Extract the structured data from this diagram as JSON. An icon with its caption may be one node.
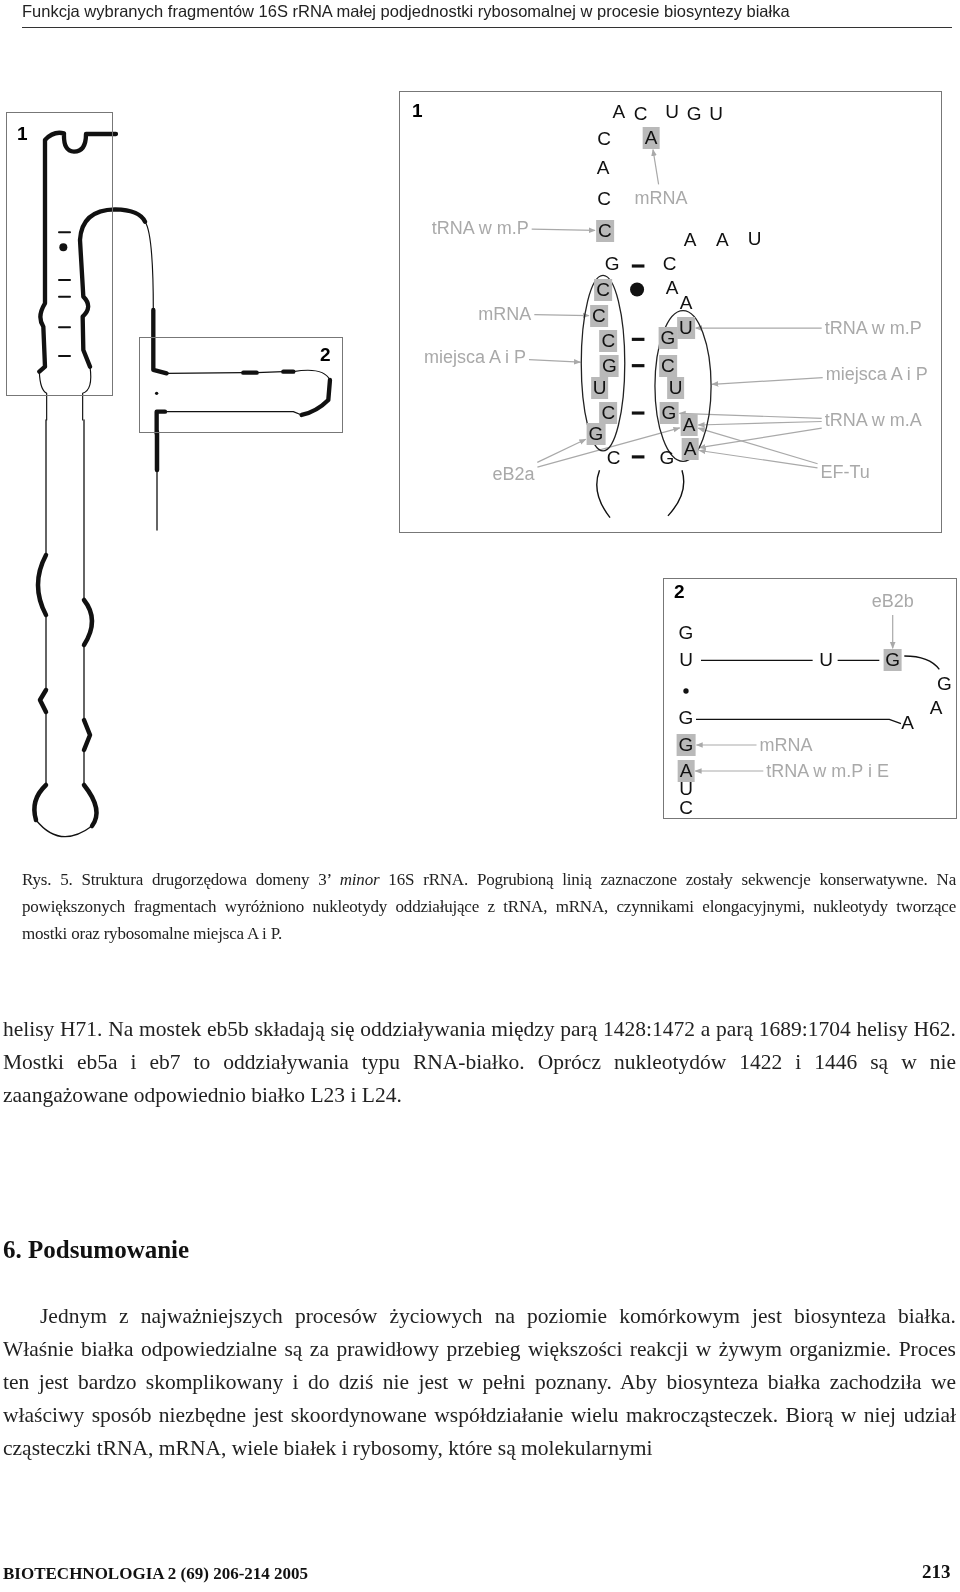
{
  "diagram": {
    "caption": "Rys. 5. Struktura drugorzędowa domeny 3’ *minor* 16S rRNA. Pogrubioną linią zaznaczone zostały sekwencje konserwatywne. Na powiększonych fragmentach wyróżniono nukleotydy oddziałujące z tRNA, mRNA, czynnikami elongacyjnymi, nukleotydy tworzące mostki oraz rybosomalne miejsca A i P.",
    "nodes": [
      {
        "text": [
          "1"
        ]
      },
      {
        "text": [
          "2"
        ]
      },
      {
        "text": [
          "1"
        ]
      },
      {
        "text": [
          "mRNA"
        ],
        "in": 2
      },
      {
        "text": [
          "A"
        ],
        "in": 2
      },
      {
        "text": [
          "tRNA w m.P"
        ],
        "in": 2
      },
      {
        "text": [
          "C"
        ],
        "in": 2
      },
      {
        "text": [
          "mRNA"
        ],
        "in": 2
      },
      {
        "text": [
          "C"
        ],
        "in": 10
      },
      {
        "text": [
          "miejsca A i P"
        ],
        "in": 2
      },
      {
        "text": [],
        "shape": "ellipse",
        "in": 2
      },
      {
        "text": [
          "eB2a"
        ],
        "in": 2
      },
      {
        "text": [
          "G"
        ],
        "in": 10
      },
      {
        "text": [
          "A"
        ],
        "in": 17
      },
      {
        "text": [
          "tRNA w m.P"
        ],
        "in": 2
      },
      {
        "text": [
          "U"
        ],
        "in": 17
      },
      {
        "text": [
          "miejsca A i P"
        ],
        "in": 2
      },
      {
        "text": [],
        "shape": "ellipse",
        "in": 2
      },
      {
        "text": [
          "tRNA w m.A"
        ],
        "in": 2
      },
      {
        "text": [
          "G"
        ],
        "in": 17
      },
      {
        "text": [
          "A"
        ],
        "in": 17
      },
      {
        "text": [
          "EF-Tu"
        ],
        "in": 2
      },
      {
        "text": [
          "2"
        ]
      },
      {
        "text": [
          "eB2b"
        ],
        "in": 22
      },
      {
        "text": [
          "G"
        ],
        "in": 22
      },
      {
        "text": [
          "mRNA"
        ],
        "in": 22
      },
      {
        "text": [
          "G"
        ],
        "in": 22
      },
      {
        "text": [
          "tRNA w m.P i E"
        ],
        "in": 22
      },
      {
        "text": [
          "A"
        ],
        "in": 22
      },
      {
        "text": [
          "C"
        ],
        "in": 10
      },
      {
        "text": [
          "C"
        ],
        "in": 10
      },
      {
        "text": [
          "G"
        ],
        "in": 17
      },
      {
        "text": [
          "G"
        ],
        "in": 10
      },
      {
        "text": [
          "C"
        ],
        "in": 17
      },
      {
        "text": [
          "U"
        ],
        "in": 10
      },
      {
        "text": [
          "U"
        ],
        "in": 17
      },
      {
        "text": [
          "C"
        ],
        "in": 10
      }
    ],
    "edges": [
      {
        "from": 3,
        "to": 4,
        "arrow": "to"
      },
      {
        "from": 5,
        "to": 6,
        "arrow": "to"
      },
      {
        "from": 7,
        "to": 8,
        "arrow": "to"
      },
      {
        "from": 9,
        "to": 10,
        "arrow": "to"
      },
      {
        "from": 11,
        "to": 12,
        "arrow": "to"
      },
      {
        "from": 11,
        "to": 13,
        "arrow": "to"
      },
      {
        "from": 14,
        "to": 15,
        "arrow": "to"
      },
      {
        "from": 16,
        "to": 17,
        "arrow": "to"
      },
      {
        "from": 18,
        "to": 19,
        "arrow": "to"
      },
      {
        "from": 18,
        "to": 13,
        "arrow": "to"
      },
      {
        "from": 18,
        "to": 20,
        "arrow": "to"
      },
      {
        "from": 21,
        "to": 13,
        "arrow": "to"
      },
      {
        "from": 21,
        "to": 20,
        "arrow": "to"
      },
      {
        "from": 23,
        "to": 24,
        "arrow": "to"
      },
      {
        "from": 25,
        "to": 26,
        "arrow": "to"
      },
      {
        "from": 27,
        "to": 28,
        "arrow": "to"
      }
    ],
    "labels": [
      "Funkcja wybranych fragmentów 16S rRNA małej podjednostki rybosomalnej w procesie biosyntezy białka",
      "A",
      "C",
      "U",
      "G",
      "U",
      "C",
      "A",
      "C",
      "A",
      "A",
      "U",
      "G",
      "C",
      "A",
      "A",
      "C",
      "G",
      "G",
      "U",
      "U",
      "G",
      "A",
      "G",
      "A",
      "U",
      "C",
      "helisy H71. Na mostek eb5b składają się oddziaływania między parą 1428:1472 a parą 1689:1704 helisy H62. Mostki eb5a i eb7 to oddziaływania typu RNA-białko. Oprócz nukleotydów 1422 i 1446 są w nie zaangażowane odpowiednio białko L23 i L24.",
      "6. Podsumowanie",
      "Jednym z najważniejszych procesów życiowych na poziomie komórkowym jest biosynteza białka. Właśnie białka odpowiedzialne są za prawidłowy przebieg większości reakcji w żywym organizmie. Proces ten jest bardzo skomplikowany i do dziś nie jest w pełni poznany. Aby biosynteza białka zachodziła we właściwy sposób niezbędne jest skoordynowane współdziałanie wielu makrocząsteczek. Biorą w niej udział cząsteczki tRNA, mRNA, wiele białek i rybosomy, które są molekularnymi",
      "BIOTECHNOLOGIA 2 (69) 206-214 2005",
      "213"
    ]
  }
}
